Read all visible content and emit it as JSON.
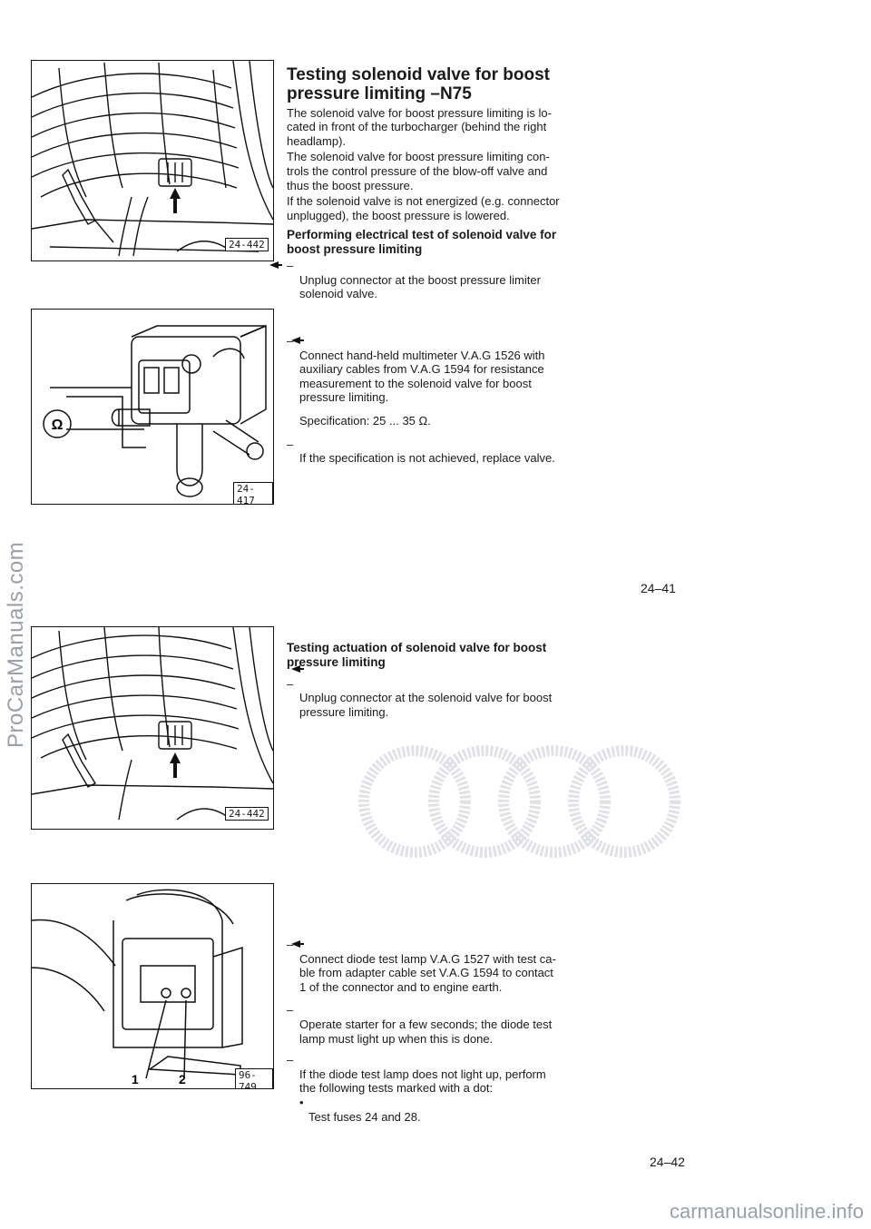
{
  "sidebar_watermark": "ProCarManuals.com",
  "footer_watermark": "carmanualsonline.info",
  "figures": {
    "fig1": "24-442",
    "fig2": "24-417",
    "fig3": "24-442",
    "fig4": "96-749",
    "fig4_callouts": [
      "1",
      "2"
    ],
    "ohm_symbol": "Ω"
  },
  "section1": {
    "title": "Testing solenoid valve for boost\npressure limiting –N75",
    "intro1": "The solenoid valve for boost pressure limiting is lo-\ncated in front of the turbocharger (behind the right\nheadlamp).",
    "intro2": "The solenoid valve for boost pressure limiting con-\ntrols the control pressure of the blow-off valve and\nthus the boost pressure.",
    "intro3": "If the solenoid valve is not energized (e.g. connector\nunplugged), the boost pressure is lowered.",
    "subheading": "Performing electrical test of solenoid valve for\nboost pressure limiting",
    "step1": "Unplug connector at the boost pressure limiter\nsolenoid valve.",
    "step2": "Connect hand-held multimeter V.A.G 1526 with\nauxiliary cables from V.A.G 1594 for resistance\nmeasurement to the solenoid valve for boost\npressure limiting.",
    "spec": "Specification: 25 ... 35 Ω.",
    "step3": "If the specification is not achieved, replace valve.",
    "page_number": "24–41"
  },
  "section2": {
    "title": "Testing actuation of solenoid valve for boost\npressure limiting",
    "step1": "Unplug connector at the solenoid valve for boost\npressure limiting.",
    "step2": "Connect diode test lamp V.A.G 1527 with test ca-\nble from adapter cable set V.A.G 1594 to contact\n1 of the connector and to engine earth.",
    "step3": "Operate starter for a few seconds; the diode test\nlamp must light up when this is done.",
    "step4": "If the diode test lamp does not light up, perform\nthe following tests marked with a dot:",
    "bullet1": "Test fuses 24 and 28.",
    "page_number": "24–42"
  },
  "dash": "–",
  "bullet": "•"
}
